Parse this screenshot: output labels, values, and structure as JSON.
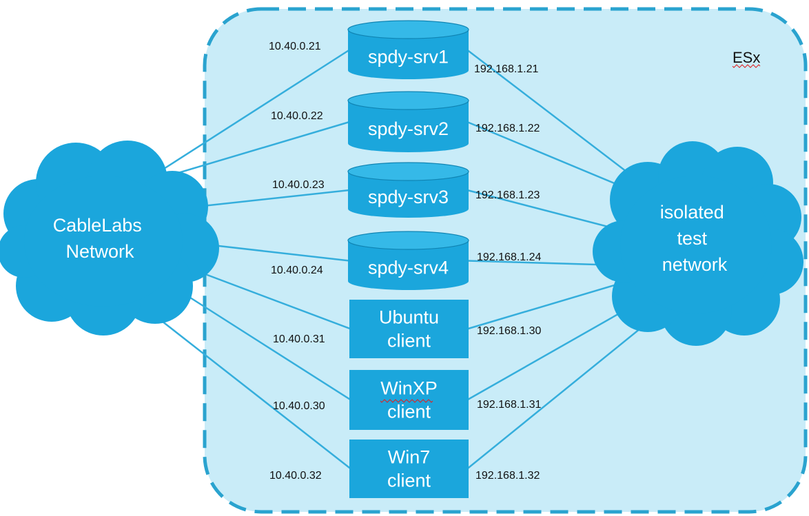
{
  "colors": {
    "esx_fill": "#c9ecf8",
    "esx_border": "#2aa3cf",
    "node_fill": "#1ba6dc",
    "node_top": "#35b9e8",
    "node_dark": "#0f84b3",
    "link": "#35aedc",
    "cloud_fill": "#1ba6dc"
  },
  "esx": {
    "label": "ESx"
  },
  "clouds": {
    "left": {
      "lines": [
        "CableLabs",
        "Network"
      ]
    },
    "right": {
      "lines": [
        "isolated",
        "test",
        "network"
      ]
    }
  },
  "nodes": [
    {
      "id": "spdy-srv1",
      "shape": "cylinder",
      "lines": [
        "spdy-srv1"
      ],
      "left_ip": "10.40.0.21",
      "right_ip": "192.168.1.21"
    },
    {
      "id": "spdy-srv2",
      "shape": "cylinder",
      "lines": [
        "spdy-srv2"
      ],
      "left_ip": "10.40.0.22",
      "right_ip": "192.168.1.22"
    },
    {
      "id": "spdy-srv3",
      "shape": "cylinder",
      "lines": [
        "spdy-srv3"
      ],
      "left_ip": "10.40.0.23",
      "right_ip": "192.168.1.23"
    },
    {
      "id": "spdy-srv4",
      "shape": "cylinder",
      "lines": [
        "spdy-srv4"
      ],
      "left_ip": "10.40.0.24",
      "right_ip": "192.168.1.24"
    },
    {
      "id": "ubuntu-client",
      "shape": "box",
      "lines": [
        "Ubuntu",
        "client"
      ],
      "left_ip": "10.40.0.31",
      "right_ip": "192.168.1.30"
    },
    {
      "id": "winxp-client",
      "shape": "box",
      "lines": [
        "WinXP",
        "client"
      ],
      "left_ip": "10.40.0.30",
      "right_ip": "192.168.1.31"
    },
    {
      "id": "win7-client",
      "shape": "box",
      "lines": [
        "Win7",
        "client"
      ],
      "left_ip": "10.40.0.32",
      "right_ip": "192.168.1.32"
    }
  ]
}
